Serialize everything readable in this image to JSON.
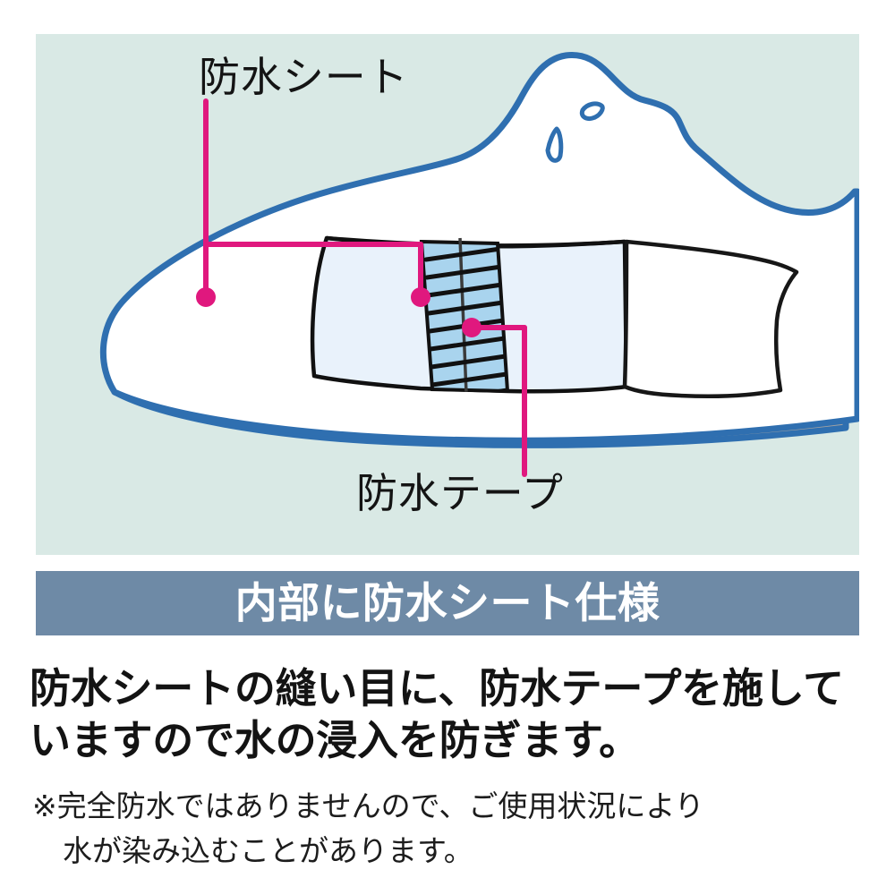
{
  "diagram": {
    "name": "waterproof-shoe-cutaway-diagram",
    "background_color": "#d9e9e5",
    "labels": {
      "sheet": "防水シート",
      "tape": "防水テープ"
    },
    "leader_color": "#e0187e",
    "colors": {
      "shoe_outline": "#2f6fb0",
      "shoe_body": "#ffffff",
      "sole": "#a2a2a2",
      "sheet_panel": "#e9f2fb",
      "tape_strip": "#a9d4ee",
      "stitch": "#1a1a1a",
      "flap": "#ffffff"
    },
    "parts": [
      {
        "id": "shoe-upper",
        "label": "shoe upper"
      },
      {
        "id": "shoe-sole",
        "label": "outsole with tread notches"
      },
      {
        "id": "waterproof-sheet-panel",
        "label": "waterproof sheet cutaway window"
      },
      {
        "id": "waterproof-tape-strip",
        "label": "seam-sealing tape with stitching"
      },
      {
        "id": "peeled-flap",
        "label": "peeled back material flap"
      }
    ]
  },
  "banner": {
    "title": "内部に防水シート仕様",
    "background_color": "#6e8aa6",
    "text_color": "#ffffff"
  },
  "body": {
    "lines": [
      "防水シートの縫い目に、防水テープを施して",
      "いますので水の浸入を防ぎます。"
    ]
  },
  "note": {
    "lines": [
      "※完全防水ではありませんので、ご使用状況により",
      "水が染み込むことがあります。"
    ]
  }
}
